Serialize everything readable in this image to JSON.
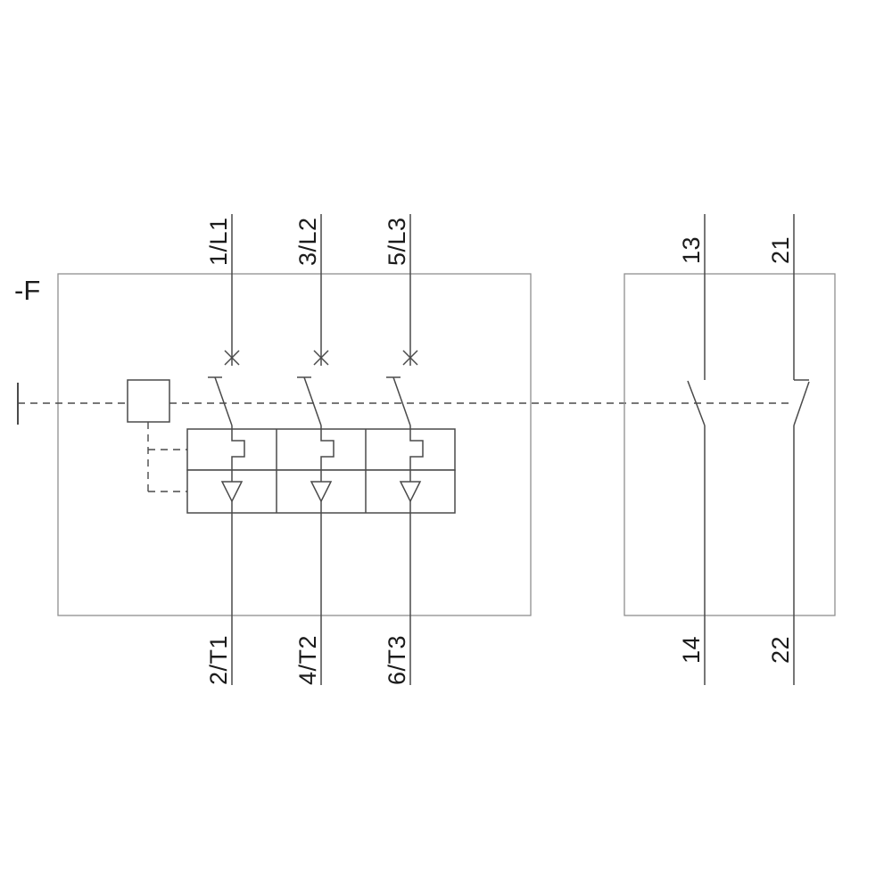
{
  "diagram": {
    "device_label": "-F",
    "main_poles": [
      {
        "top_terminal": "1/L1",
        "bottom_terminal": "2/T1"
      },
      {
        "top_terminal": "3/L2",
        "bottom_terminal": "4/T2"
      },
      {
        "top_terminal": "5/L3",
        "bottom_terminal": "6/T3"
      }
    ],
    "auxiliary_contacts": [
      {
        "top_terminal": "13",
        "bottom_terminal": "14",
        "contact_type": "NO"
      },
      {
        "top_terminal": "21",
        "bottom_terminal": "22",
        "contact_type": "NC"
      }
    ],
    "colors": {
      "background": "#ffffff",
      "line": "#4a4a4a",
      "box_border": "#8f8f8f",
      "text": "#1b1b1b"
    }
  }
}
